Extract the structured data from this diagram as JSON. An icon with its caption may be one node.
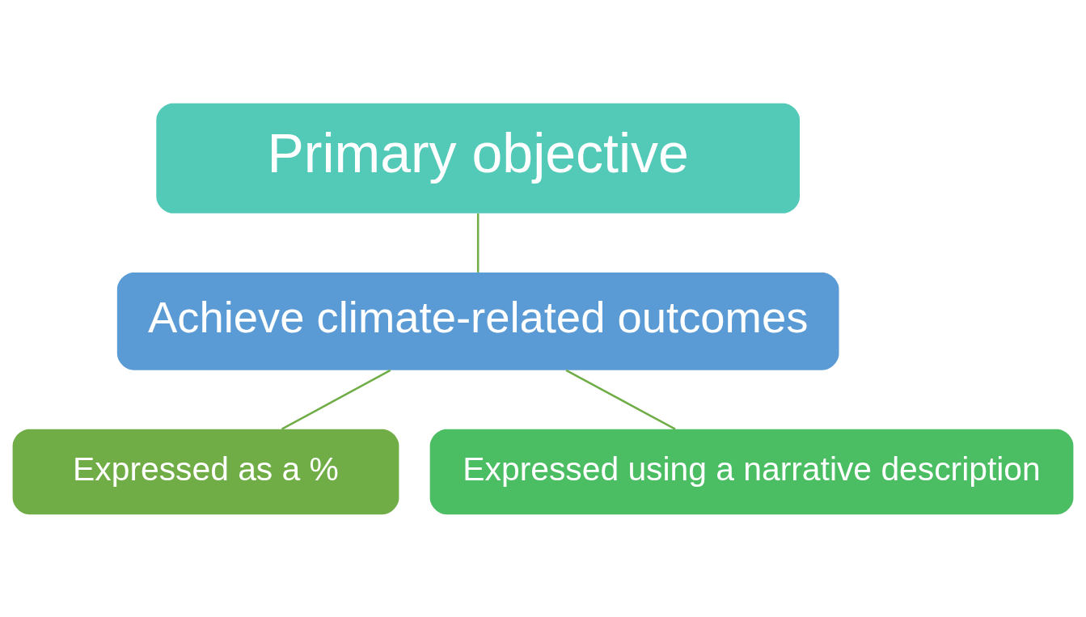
{
  "diagram": {
    "nodes": [
      {
        "text": [
          "Primary objective"
        ]
      },
      {
        "text": [
          "Achieve climate-related outcomes"
        ]
      },
      {
        "text": [
          "Expressed as a %"
        ]
      },
      {
        "text": [
          "Expressed using a narrative description"
        ]
      }
    ],
    "edges": [
      {
        "from": 0,
        "to": 1,
        "arrow": "none"
      },
      {
        "from": 1,
        "to": 2,
        "arrow": "none"
      },
      {
        "from": 1,
        "to": 3,
        "arrow": "none"
      }
    ]
  }
}
